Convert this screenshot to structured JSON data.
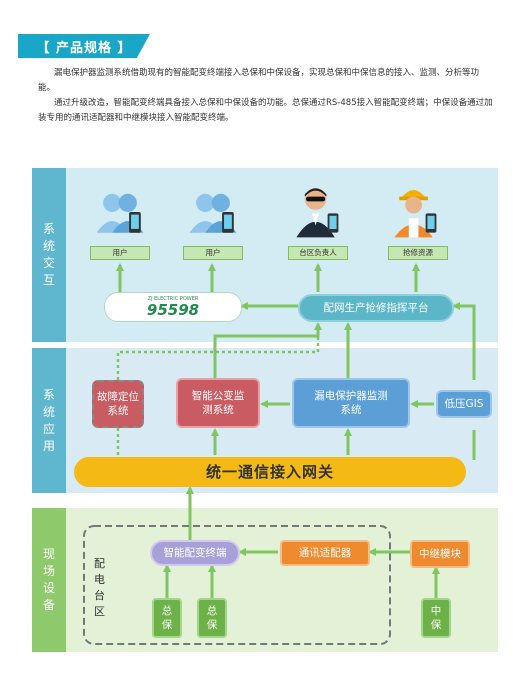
{
  "header": {
    "title": "【 产品规格 】"
  },
  "intro": {
    "p1": "漏电保护器监测系统借助现有的智能配变终端接入总保和中保设备，实现总保和中保信息的接入、监测、分析等功能。",
    "p2": "通过升级改造，智能配变终端具备接入总保和中保设备的功能。总保通过RS-485接入智能配变终端；中保设备通过加装专用的通讯适配器和中继模块接入智能配变终端。"
  },
  "bands": {
    "interaction": "系统交互",
    "application": "系统应用",
    "field": "现场设备"
  },
  "users": {
    "u1": "用户",
    "u2": "用户",
    "u3": "台区负责人",
    "u4": "抢修资源"
  },
  "nodes": {
    "hotline_small": "ZJ ELECTRIC POWER",
    "hotline_number": "95598",
    "platform": "配网生产抢修指挥平台",
    "fault_locate": "故障定位系统",
    "smart_monitor": "智能公变监测系统",
    "leak_monitor": "漏电保护器监测系统",
    "gis": "低压GIS",
    "gateway": "统一通信接入网关",
    "terminal": "智能配变终端",
    "adapter": "通讯适配器",
    "relay": "中继模块",
    "zone": "配电台区",
    "main1": "总保",
    "main2": "总保",
    "mid": "中保"
  },
  "colors": {
    "accent": "#1aa6c6",
    "band_top": "#d3ecf3",
    "band_mid": "#d8eaf4",
    "band_bot": "#e3f1d6",
    "label_blue": "#5fb6cf",
    "label_green": "#8ec96b",
    "arrow": "#7fc660",
    "gateway": "#f5b915",
    "orange": "#f08a2e",
    "red": "#c95b63",
    "blue": "#5c9ed6",
    "teal": "#5bb6c8"
  }
}
